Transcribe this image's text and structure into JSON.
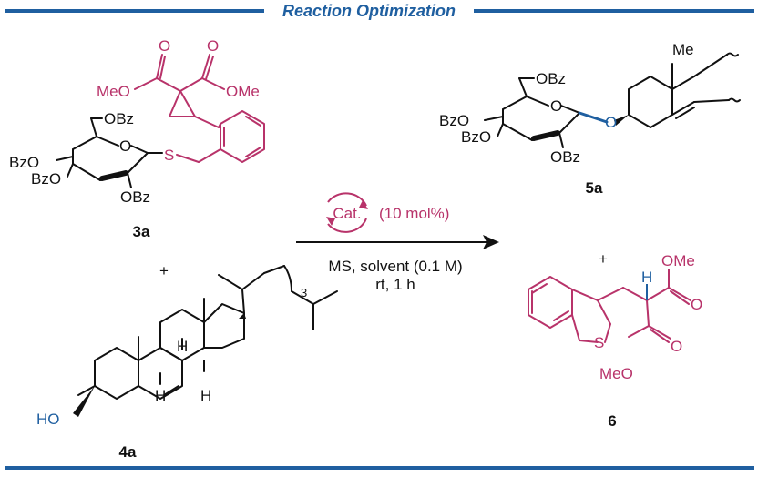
{
  "header": {
    "title": "Reaction Optimization"
  },
  "colors": {
    "blue": "#1f5fa0",
    "magenta": "#b8336a",
    "black": "#111111"
  },
  "reactant_3a": {
    "label": "3a",
    "groups": {
      "meo_left": "MeO",
      "ome_right": "OMe",
      "obz_top": "OBz",
      "bzo_1": "BzO",
      "bzo_2": "BzO",
      "obz_bottom": "OBz",
      "ring_o": "O",
      "o_ester1": "O",
      "o_ester2": "O",
      "s": "S"
    }
  },
  "plus_1": "+",
  "reactant_4a": {
    "label": "4a",
    "groups": {
      "ho": "HO",
      "h1": "H",
      "h2": "H",
      "h3": "H",
      "sub3": "3"
    }
  },
  "conditions": {
    "catalyst": "Cat.",
    "loading": "(10 mol%)",
    "line1": "MS, solvent (0.1 M)",
    "line2": "rt, 1 h"
  },
  "product_5a": {
    "label": "5a",
    "groups": {
      "me": "Me",
      "obz_top": "OBz",
      "bzo_1": "BzO",
      "bzo_2": "BzO",
      "obz_bottom": "OBz",
      "ring_o": "O",
      "link_o": "O"
    }
  },
  "plus_2": "+",
  "product_6": {
    "label": "6",
    "groups": {
      "ome": "OMe",
      "meo": "MeO",
      "o1": "O",
      "o2": "O",
      "s": "S",
      "h": "H"
    }
  }
}
